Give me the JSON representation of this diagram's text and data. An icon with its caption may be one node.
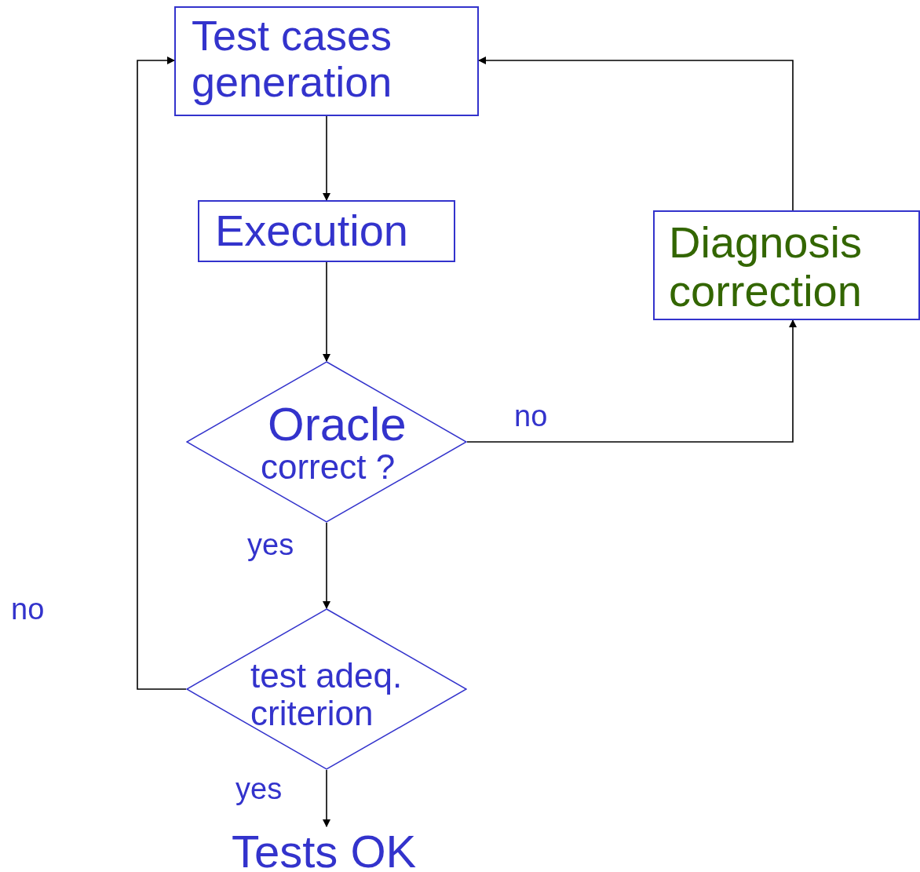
{
  "diagram": {
    "nodes": [
      {
        "text": [
          "Test cases generation"
        ]
      },
      {
        "text": [
          "Execution"
        ]
      },
      {
        "text": [
          "Oracle",
          "correct ?"
        ]
      },
      {
        "text": [
          "Diagnosis correction"
        ]
      },
      {
        "text": [
          "test adeq. criterion"
        ]
      },
      {
        "text": [
          "Tests OK"
        ]
      }
    ],
    "edges": [
      {
        "from": 0,
        "to": 1,
        "arrow": "to"
      },
      {
        "from": 1,
        "to": 2,
        "arrow": "to"
      },
      {
        "from": 2,
        "to": 3,
        "arrow": "to",
        "label": "no"
      },
      {
        "from": 2,
        "to": 4,
        "arrow": "to",
        "label": "yes"
      },
      {
        "from": 3,
        "to": 0,
        "arrow": "to"
      },
      {
        "from": 4,
        "to": 0,
        "arrow": "to",
        "label": "no"
      },
      {
        "from": 4,
        "to": 5,
        "arrow": "to",
        "label": "yes"
      }
    ]
  }
}
